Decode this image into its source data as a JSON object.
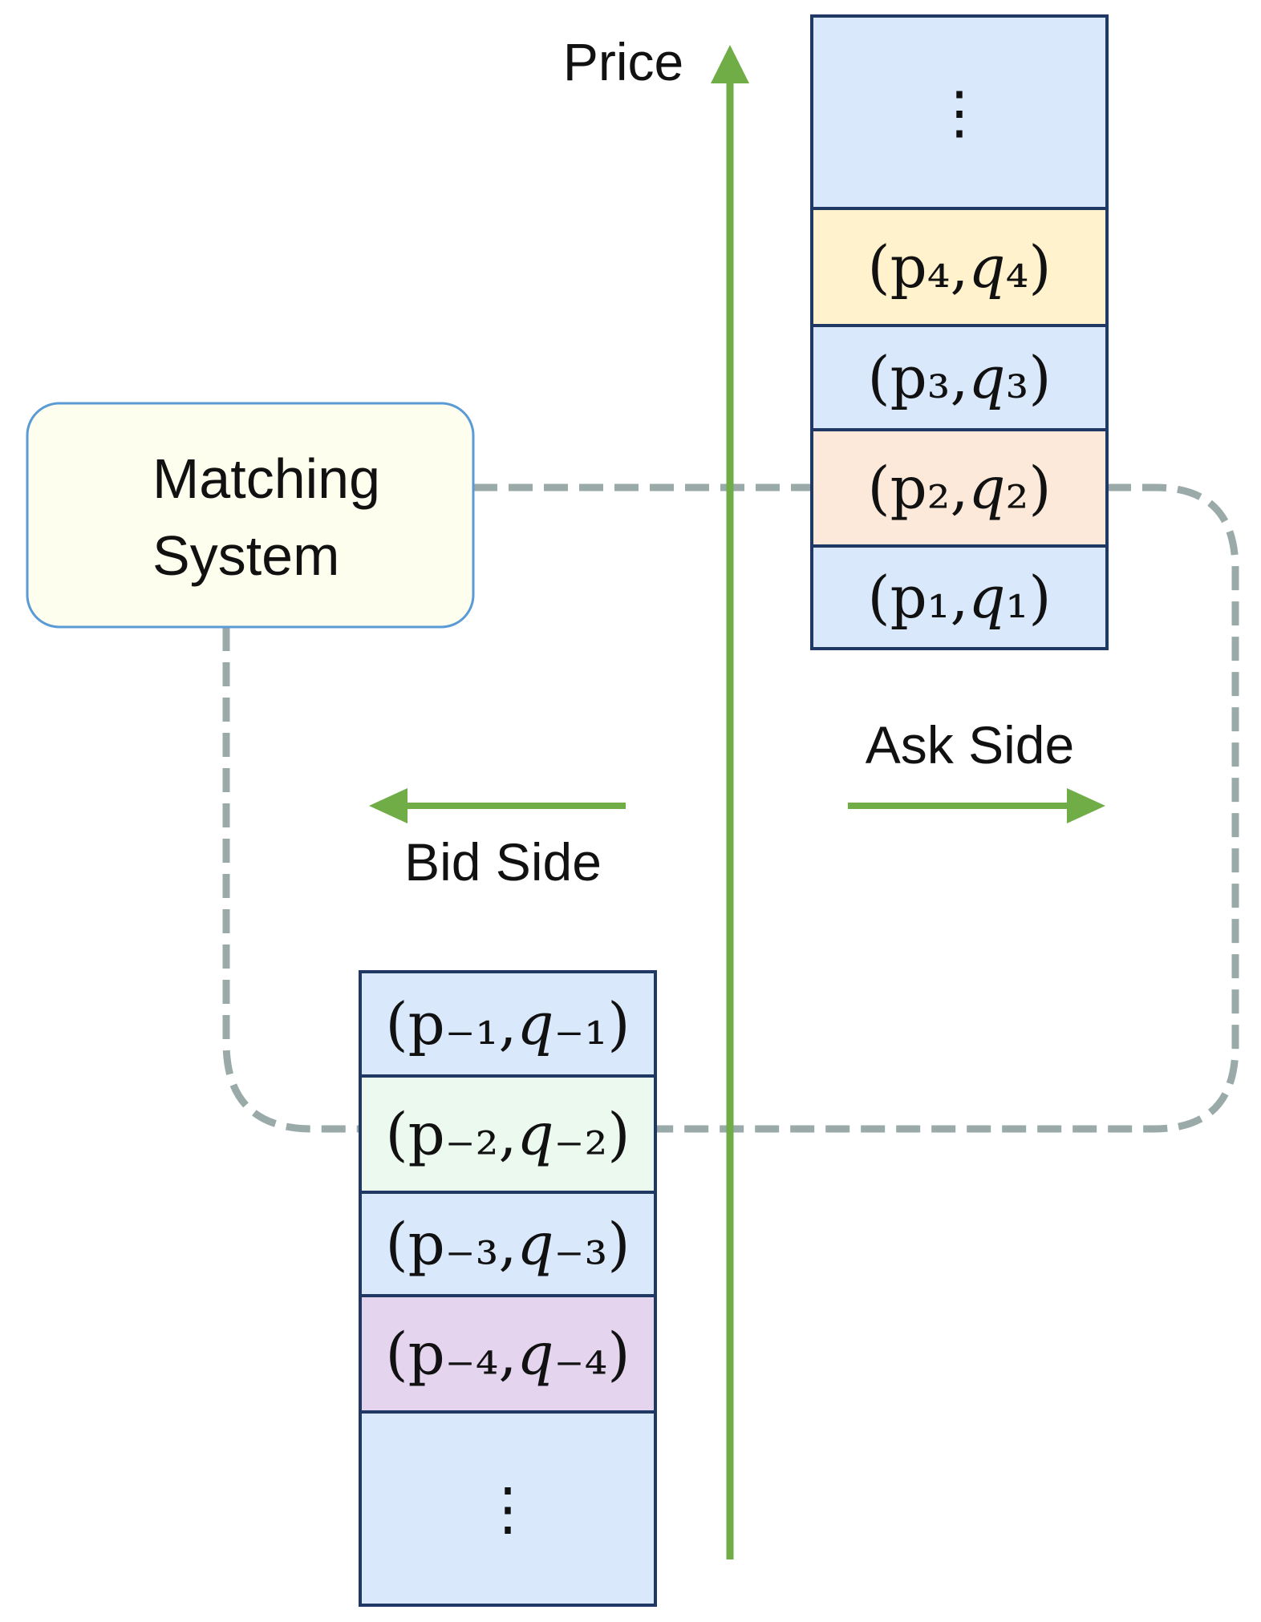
{
  "axis": {
    "label": "Price",
    "color": "#70ad47"
  },
  "matching_system": {
    "line1": "Matching",
    "line2": "System",
    "fill": "#fefeee",
    "stroke": "#5b9bd5"
  },
  "ask_side": {
    "label": "Ask Side",
    "cells": [
      {
        "text": "⋮",
        "fill": "#dae8fc"
      },
      {
        "text": "(p₄,𝑞₄)",
        "fill": "#fff2cc"
      },
      {
        "text": "(p₃,𝑞₃)",
        "fill": "#dae8fc"
      },
      {
        "text": "(p₂,𝑞₂)",
        "fill": "#fde9d9"
      },
      {
        "text": "(p₁,𝑞₁)",
        "fill": "#dae8fc"
      }
    ]
  },
  "bid_side": {
    "label": "Bid Side",
    "cells": [
      {
        "text": "(p₋₁,𝑞₋₁)",
        "fill": "#dae8fc"
      },
      {
        "text": "(p₋₂,𝑞₋₂)",
        "fill": "#ebf9ee"
      },
      {
        "text": "(p₋₃,𝑞₋₃)",
        "fill": "#dae8fc"
      },
      {
        "text": "(p₋₄,𝑞₋₄)",
        "fill": "#e4d4ee"
      },
      {
        "text": "⋮",
        "fill": "#dae8fc"
      }
    ]
  },
  "connector_color": "#9aaaa8"
}
